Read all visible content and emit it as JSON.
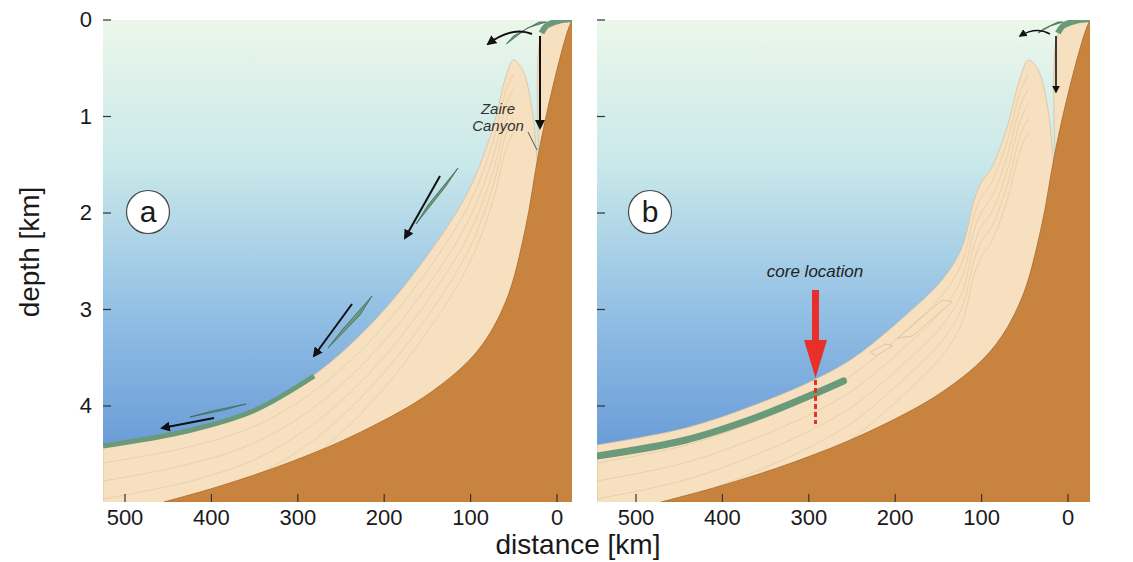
{
  "diagram": {
    "nodes": [
      {
        "text": [
          "a"
        ]
      },
      {
        "text": [
          "b"
        ]
      }
    ],
    "labels": [
      "Zaire Canyon",
      "depth [km]",
      "0",
      "1",
      "2",
      "3",
      "4",
      "500",
      "400",
      "300",
      "200",
      "100",
      "0",
      "500",
      "400",
      "300",
      "200",
      "100",
      "0",
      "distance [km]",
      "core location"
    ]
  }
}
